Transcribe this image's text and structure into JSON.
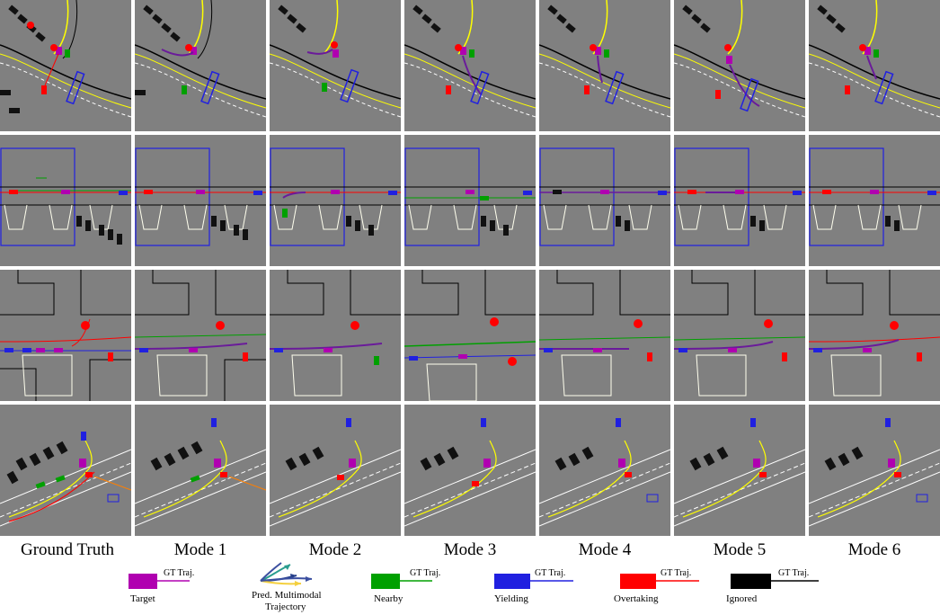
{
  "columns": [
    "Ground Truth",
    "Mode 1",
    "Mode 2",
    "Mode 3",
    "Mode 4",
    "Mode 5",
    "Mode 6"
  ],
  "legend": {
    "target": {
      "label": "Target",
      "traj": "GT Traj.",
      "color": "#b000b0"
    },
    "pred": {
      "label_line1": "Pred. Multimodal",
      "label_line2": "Trajectory",
      "colors": [
        "#2a9d8f",
        "#27408b",
        "#f4d03f",
        "#3b4fa0"
      ]
    },
    "nearby": {
      "label": "Nearby",
      "traj": "GT Traj.",
      "color": "#00a000"
    },
    "yielding": {
      "label": "Yielding",
      "traj": "GT Traj.",
      "color": "#2020e0"
    },
    "overtaking": {
      "label": "Overtaking",
      "traj": "GT Traj.",
      "color": "#ff0000"
    },
    "ignored": {
      "label": "Ignored",
      "traj": "GT Traj.",
      "color": "#000000"
    }
  },
  "colors": {
    "background": "#808080",
    "lane_yellow": "#ffff00",
    "lane_white": "#ffffff",
    "boundary": "#000000"
  }
}
